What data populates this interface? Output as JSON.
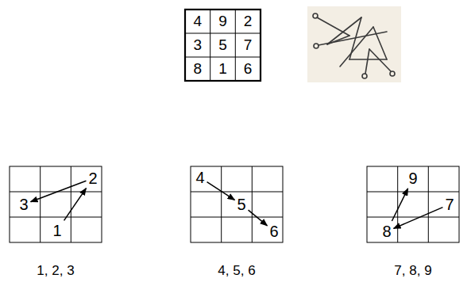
{
  "diagram": {
    "nodes": [
      {
        "text": [
          "2"
        ]
      },
      {
        "text": [
          "3"
        ]
      },
      {
        "text": [
          "1"
        ]
      },
      {
        "text": [
          "4"
        ]
      },
      {
        "text": [
          "5"
        ]
      },
      {
        "text": [
          "6"
        ]
      },
      {
        "text": [
          "9"
        ]
      },
      {
        "text": [
          "7"
        ]
      },
      {
        "text": [
          "8"
        ]
      }
    ],
    "edges": [
      {
        "from": 2,
        "to": 0,
        "arrow": "to"
      },
      {
        "from": 0,
        "to": 1,
        "arrow": "to"
      },
      {
        "from": 3,
        "to": 4,
        "arrow": "to"
      },
      {
        "from": 4,
        "to": 5,
        "arrow": "to"
      },
      {
        "from": 7,
        "to": 8,
        "arrow": "to"
      },
      {
        "from": 8,
        "to": 6,
        "arrow": "to"
      }
    ],
    "labels": [
      "4",
      "9",
      "2",
      "3",
      "5",
      "7",
      "8",
      "1",
      "6",
      "1, 2, 3",
      "4, 5, 6",
      "7, 8, 9"
    ]
  }
}
